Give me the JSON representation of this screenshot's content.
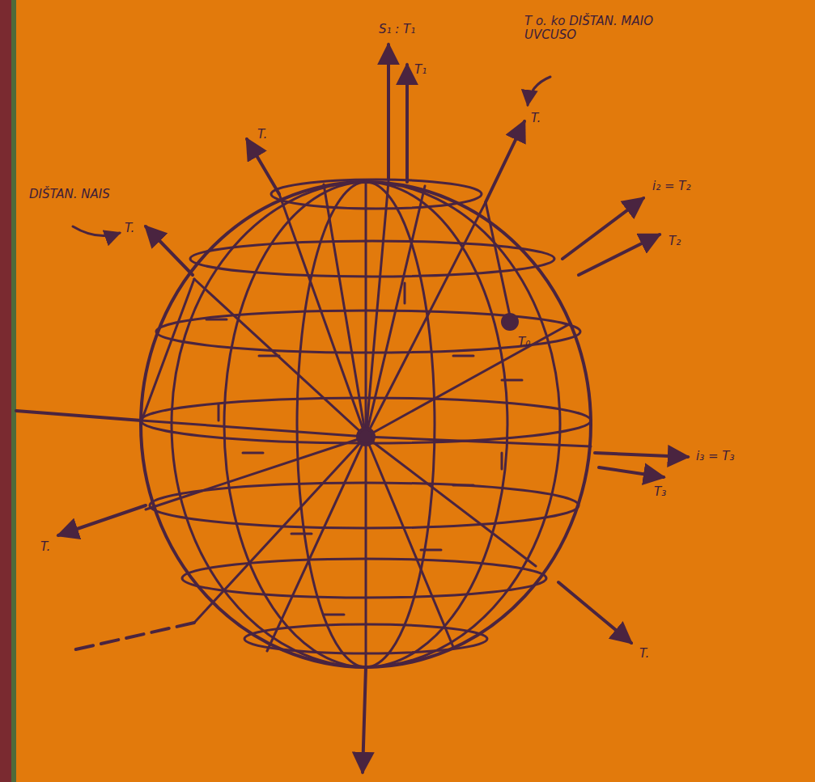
{
  "diagram": {
    "labels": [
      "S₁ : T₁",
      "T₁",
      "T o. ko DIŠTAN. MAIO UVCUSO",
      "T.",
      "T.",
      "i₂ = T₂",
      "T₂",
      "DIŠTAN. NAIS",
      "T.",
      "T₀",
      "i₃ = T₃",
      "T₃",
      "T.",
      "T."
    ]
  }
}
